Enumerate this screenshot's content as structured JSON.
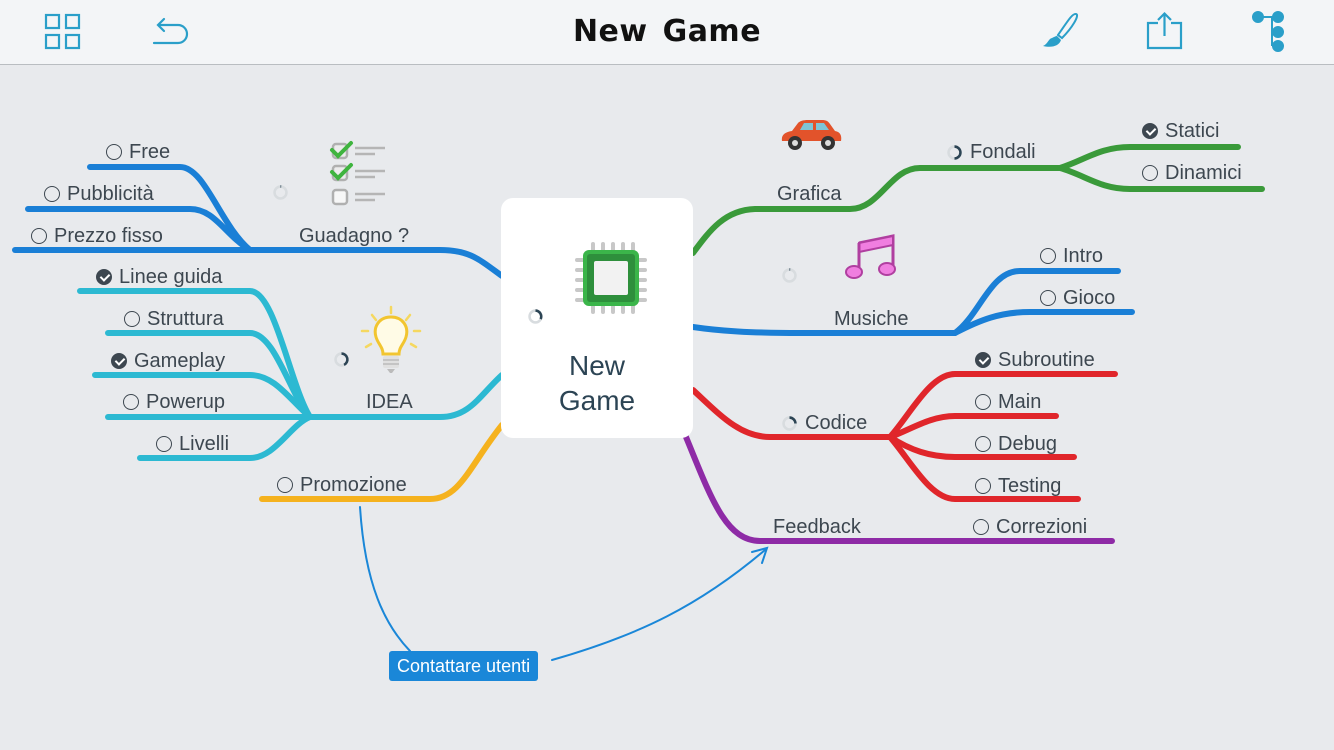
{
  "toolbar": {
    "title": "New Game",
    "icons": [
      "grid-icon",
      "undo-icon",
      "brush-icon",
      "share-icon",
      "tree-icon"
    ],
    "icon_color": "#2a9fc9"
  },
  "root": {
    "label_line1": "New",
    "label_line2": "Game",
    "icon": "chip-icon"
  },
  "branches": {
    "guadagno": {
      "label": "Guadagno ?",
      "color": "#1a7fd6",
      "icon": "checklist-icon",
      "children": [
        {
          "label": "Free",
          "done": false
        },
        {
          "label": "Pubblicità",
          "done": false
        },
        {
          "label": "Prezzo fisso",
          "done": false
        }
      ]
    },
    "idea": {
      "label": "IDEA",
      "color": "#2cb9d2",
      "icon": "lightbulb-icon",
      "children": [
        {
          "label": "Linee guida",
          "done": true
        },
        {
          "label": "Struttura",
          "done": false
        },
        {
          "label": "Gameplay",
          "done": true
        },
        {
          "label": "Powerup",
          "done": false
        },
        {
          "label": "Livelli",
          "done": false
        }
      ]
    },
    "promozione": {
      "label": "Promozione",
      "color": "#f5b21e",
      "done": false
    },
    "grafica": {
      "label": "Grafica",
      "color": "#3a9a3a",
      "icon": "car-icon",
      "sub": {
        "label": "Fondali",
        "children": [
          {
            "label": "Statici",
            "done": true
          },
          {
            "label": "Dinamici",
            "done": false
          }
        ]
      }
    },
    "musiche": {
      "label": "Musiche",
      "color": "#1a7fd6",
      "icon": "music-note-icon",
      "children": [
        {
          "label": "Intro",
          "done": false
        },
        {
          "label": "Gioco",
          "done": false
        }
      ]
    },
    "codice": {
      "label": "Codice",
      "color": "#e0262b",
      "children": [
        {
          "label": "Subroutine",
          "done": true
        },
        {
          "label": "Main",
          "done": false
        },
        {
          "label": "Debug",
          "done": false
        },
        {
          "label": "Testing",
          "done": false
        }
      ]
    },
    "feedback": {
      "label": "Feedback",
      "color": "#8e2ba6",
      "children": [
        {
          "label": "Correzioni",
          "done": false
        }
      ]
    }
  },
  "relation": {
    "label": "Contattare utenti",
    "color": "#1a87d8"
  }
}
